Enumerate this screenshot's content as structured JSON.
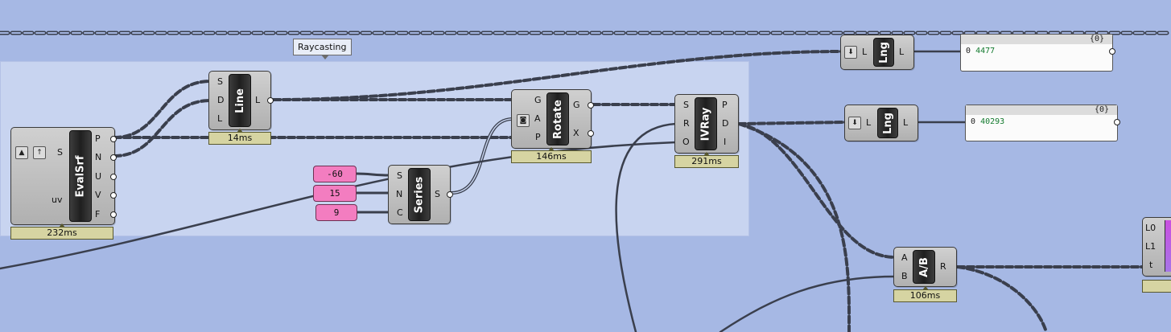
{
  "group": {
    "label": "Raycasting"
  },
  "components": {
    "evalsrf": {
      "name": "EvalSrf",
      "inputs": [
        "S",
        "uv"
      ],
      "outputs": [
        "P",
        "N",
        "U",
        "V",
        "F"
      ],
      "time": "232ms"
    },
    "line": {
      "name": "Line",
      "inputs": [
        "S",
        "D",
        "L"
      ],
      "outputs": [
        "L"
      ],
      "time": "14ms"
    },
    "series": {
      "name": "Series",
      "inputs": [
        "S",
        "N",
        "C"
      ],
      "outputs": [
        "S"
      ]
    },
    "rotate": {
      "name": "Rotate",
      "inputs": [
        "G",
        "A",
        "P"
      ],
      "outputs": [
        "G",
        "X"
      ],
      "time": "146ms"
    },
    "ivray": {
      "name": "IVRay",
      "inputs": [
        "S",
        "R",
        "O"
      ],
      "outputs": [
        "P",
        "D",
        "I"
      ],
      "time": "291ms"
    },
    "lng1": {
      "name": "Lng",
      "input": "L",
      "output": "L"
    },
    "lng2": {
      "name": "Lng",
      "input": "L",
      "output": "L"
    },
    "ab": {
      "name": "A/B",
      "inputs": [
        "A",
        "B"
      ],
      "outputs": [
        "R"
      ],
      "time": "106ms"
    },
    "gradient": {
      "inputs": [
        "L0",
        "L1",
        "t"
      ]
    }
  },
  "sliders": [
    "-60",
    "15",
    "9"
  ],
  "panels": [
    {
      "path": "{0}",
      "index": "0",
      "value": "4477"
    },
    {
      "path": "{0}",
      "index": "0",
      "value": "40293"
    }
  ],
  "colors": {
    "canvas": "#a6b8e4",
    "group": "#c8d4f0",
    "wire": "#3a3f4d",
    "slider": "#f37dc0",
    "timer": "#d6d4a2"
  }
}
